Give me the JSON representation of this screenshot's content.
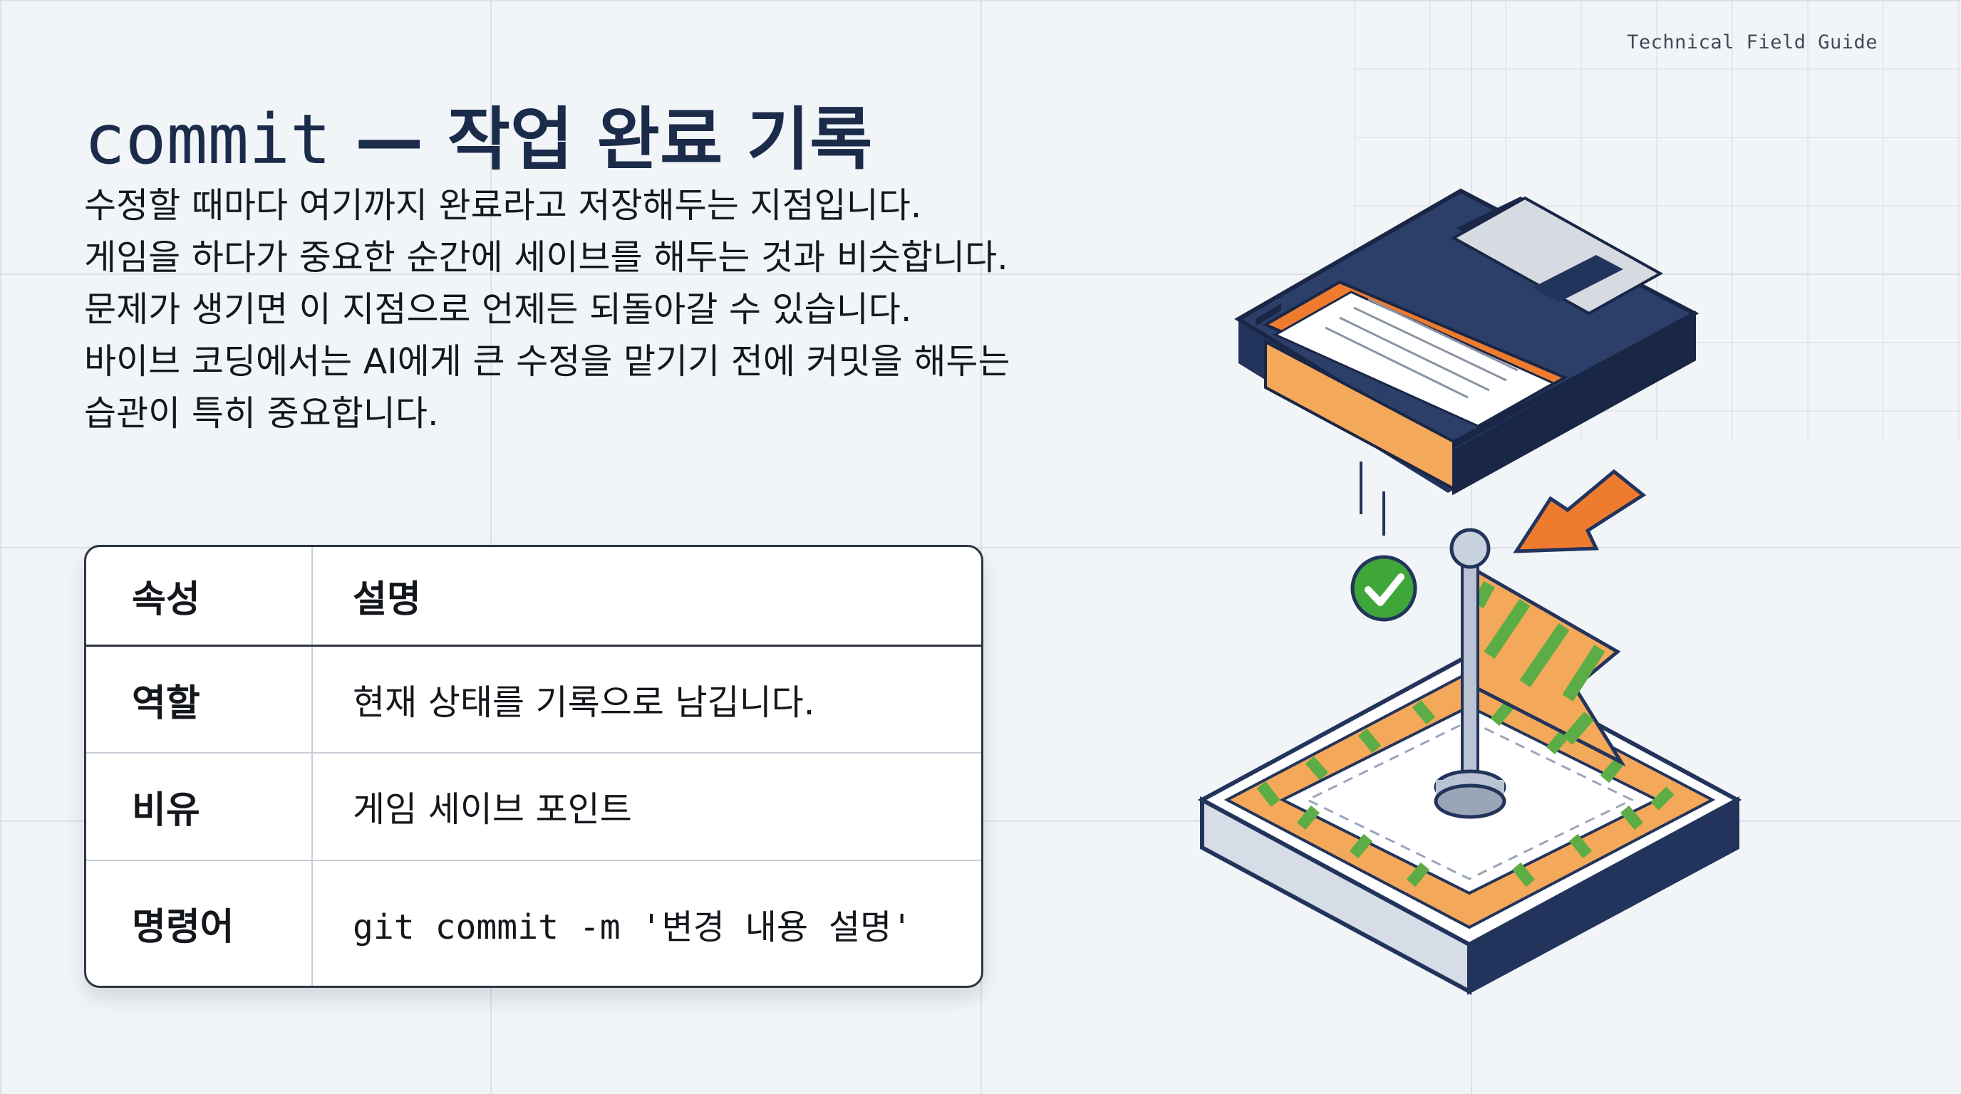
{
  "header": {
    "guide_label": "Technical Field Guide"
  },
  "title": {
    "code": "commit",
    "dash": " — ",
    "text": "작업 완료 기록"
  },
  "body": {
    "lines": [
      "수정할 때마다 여기까지 완료라고 저장해두는 지점입니다.",
      "게임을 하다가 중요한 순간에 세이브를 해두는 것과 비슷합니다.",
      "문제가 생기면 이 지점으로 언제든 되돌아갈 수 있습니다.",
      "바이브 코딩에서는 AI에게 큰 수정을 맡기기 전에 커밋을 해두는",
      "습관이 특히 중요합니다."
    ]
  },
  "table": {
    "headers": [
      "속성",
      "설명"
    ],
    "rows": [
      {
        "key": "역할",
        "value": "현재 상태를 기록으로 남깁니다."
      },
      {
        "key": "비유",
        "value": "게임 세이브 포인트"
      },
      {
        "key": "명령어",
        "value": "git commit -m '변경 내용 설명'"
      }
    ]
  },
  "illustration": {
    "icons": [
      "floppy-disk-icon",
      "arrow-icon",
      "check-icon",
      "flag-icon",
      "platform-icon"
    ],
    "colors": {
      "navy": "#22345c",
      "orange": "#ef7b2f",
      "light-orange": "#f3a85a",
      "green": "#5cad45",
      "check-green": "#3fa63a",
      "steel": "#b9c3d3"
    }
  }
}
